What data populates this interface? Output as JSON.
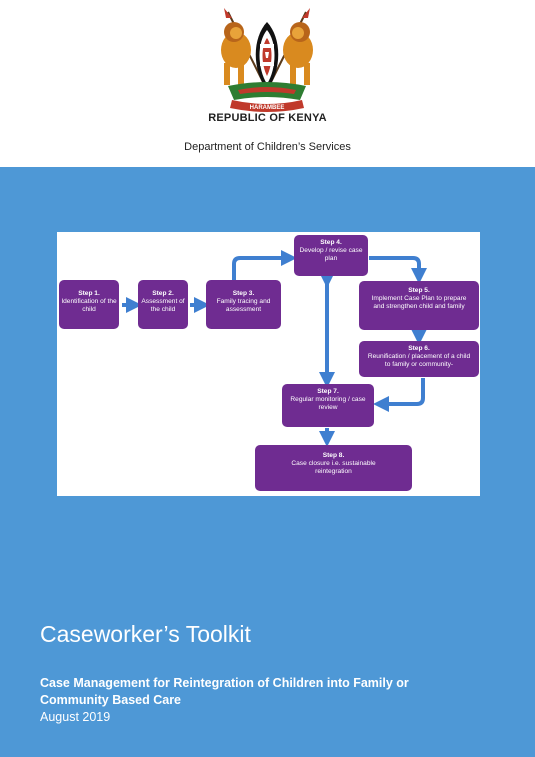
{
  "header": {
    "emblem": "kenya-coat-of-arms",
    "motto": "HARAMBEE",
    "republic": "REPUBLIC OF KENYA",
    "department": "Department of Children’s Services"
  },
  "diagram": {
    "steps": [
      {
        "step": "Step 1.",
        "text": "Identification of the child"
      },
      {
        "step": "Step 2.",
        "text": "Assessment of the child"
      },
      {
        "step": "Step 3.",
        "text": "Family tracing and assessment"
      },
      {
        "step": "Step 4.",
        "text": "Develop / revise case plan"
      },
      {
        "step": "Step 5.",
        "text": "Implement Case Plan to prepare and strengthen child and family"
      },
      {
        "step": "Step 6.",
        "text": "Reunification / placement of a child to family or community-"
      },
      {
        "step": "Step 7.",
        "text": "Regular monitoring / case review"
      },
      {
        "step": "Step 8.",
        "text": "Case closure i.e. sustainable reintegration"
      }
    ]
  },
  "cover": {
    "title": "Caseworker’s Toolkit",
    "subtitle": "Case Management for Reintegration of Children into Family or Community Based Care",
    "date": "August 2019"
  },
  "colors": {
    "background_blue": "#4e98d6",
    "box_purple": "#6f2c91",
    "arrow_blue": "#3f7fd0"
  }
}
